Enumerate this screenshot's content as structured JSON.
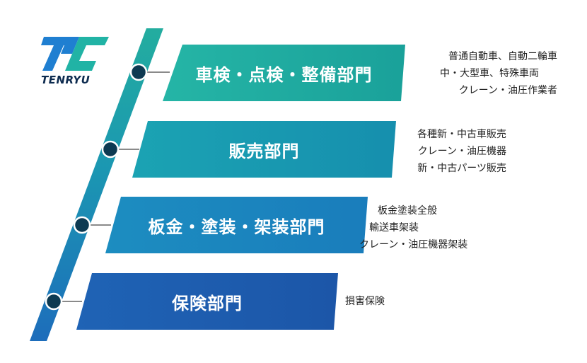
{
  "logo": {
    "text": "TENRYU",
    "colors": {
      "blue": "#1f7fd1",
      "teal": "#21b3a5",
      "navy": "#0d2b4f"
    }
  },
  "departments": [
    {
      "title": "車検・点検・整備部門",
      "color": "#21b0a3",
      "items": [
        "普通自動車、自動二輪車",
        "中・大型車、特殊車両",
        "クレーン・油圧作業者"
      ]
    },
    {
      "title": "販売部門",
      "color": "#1a9ab1",
      "items": [
        "各種新・中古車販売",
        "クレーン・油圧機器",
        "新・中古パーツ販売"
      ]
    },
    {
      "title": "板金・塗装・架装部門",
      "color": "#1b86be",
      "items": [
        "板金塗装全般",
        "輸送車架装",
        "クレーン・油圧機器架装"
      ]
    },
    {
      "title": "保険部門",
      "color": "#1e5eb0",
      "items": [
        "損害保険"
      ]
    }
  ],
  "rail": {
    "node_fill": "#0d3a52",
    "node_ring": "#ffffff",
    "connector": "#8a8a8a"
  }
}
